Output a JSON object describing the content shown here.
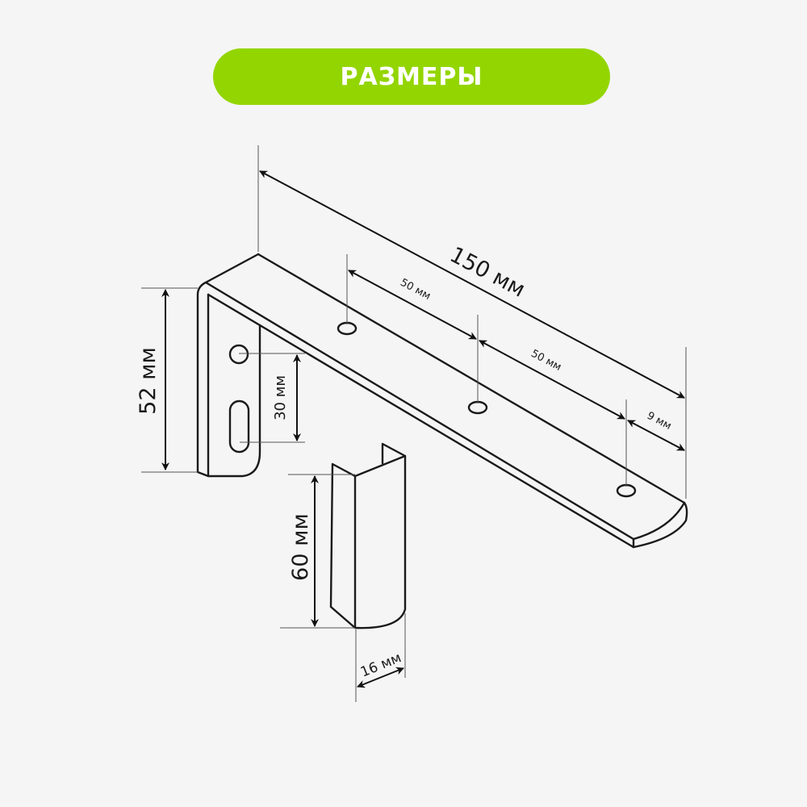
{
  "header": {
    "title": "РАЗМЕРЫ",
    "color": "#93d500"
  },
  "dimensions": {
    "total_length": "150 мм",
    "hole_spacing_1": "50 мм",
    "hole_spacing_2": "50 мм",
    "end_offset": "9 мм",
    "height": "52 мм",
    "slot_spacing": "30 мм",
    "clip_height": "60 мм",
    "clip_width": "16 мм"
  }
}
